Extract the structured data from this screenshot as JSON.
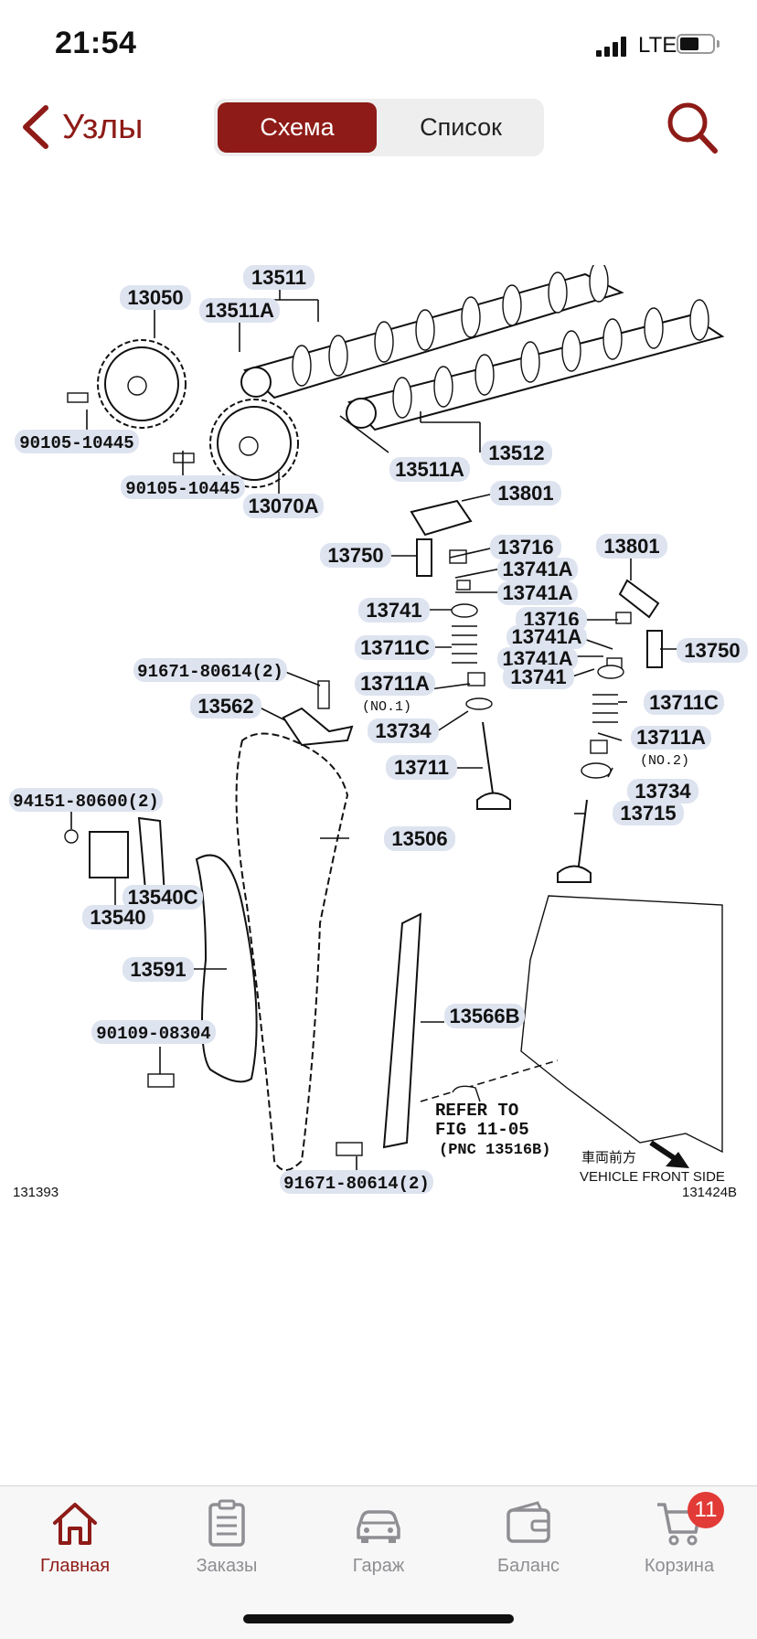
{
  "status_bar": {
    "time": "21:54",
    "network": "LTE"
  },
  "nav": {
    "back_label": "Узлы",
    "segments": [
      {
        "label": "Схема",
        "selected": true
      },
      {
        "label": "Список",
        "selected": false
      }
    ]
  },
  "diagram": {
    "labels": [
      "13511",
      "13050",
      "13511A",
      "90105-10445",
      "13512",
      "13511A",
      "90105-10445",
      "13070A",
      "13801",
      "13716",
      "13750",
      "13741A",
      "13741A",
      "13801",
      "13741",
      "13716",
      "13741A",
      "13711C",
      "13741A",
      "13750",
      "91671-80614(2)",
      "13711A",
      "13741",
      "13562",
      "13711C",
      "13734",
      "13711A",
      "13711",
      "13734",
      "94151-80600(2)",
      "13506",
      "13715",
      "13540C",
      "13540",
      "13591",
      "13566B",
      "90109-08304",
      "91671-80614(2)"
    ],
    "no1": "(NO.1)",
    "no2": "(NO.2)",
    "refer_line1": "REFER TO",
    "refer_line2": "FIG 11-05",
    "refer_line3": "(PNC 13516B)",
    "vehicle_jp": "車両前方",
    "vehicle_front": "VEHICLE FRONT SIDE",
    "code_left": "131393",
    "code_right": "131424B"
  },
  "tabbar": {
    "tabs": [
      {
        "label": "Главная",
        "icon": "home-icon",
        "active": true
      },
      {
        "label": "Заказы",
        "icon": "orders-clipboard-icon",
        "active": false
      },
      {
        "label": "Гараж",
        "icon": "car-icon",
        "active": false
      },
      {
        "label": "Баланс",
        "icon": "wallet-icon",
        "active": false
      },
      {
        "label": "Корзина",
        "icon": "cart-icon",
        "active": false,
        "badge": "11"
      }
    ]
  },
  "colors": {
    "brand": "#8e1b17",
    "badge": "#e23a36",
    "label_bg": "#dde3ef",
    "inactive": "#8e8e93"
  }
}
